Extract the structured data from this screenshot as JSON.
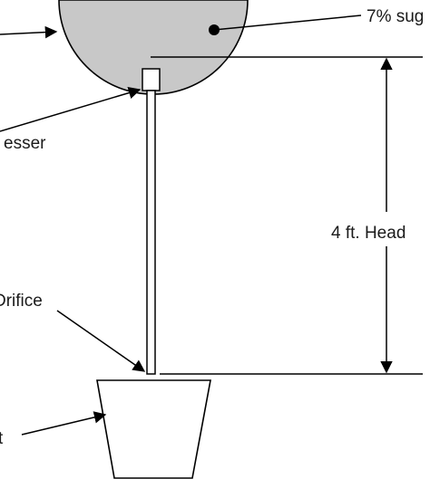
{
  "labels": {
    "solution": "7% sug",
    "compressor": "esser",
    "head": "4 ft. Head",
    "orifice": "Drifice",
    "pot": "t"
  },
  "colors": {
    "tank_fill": "#c8c8c8",
    "line": "#000000",
    "background": "#ffffff"
  }
}
